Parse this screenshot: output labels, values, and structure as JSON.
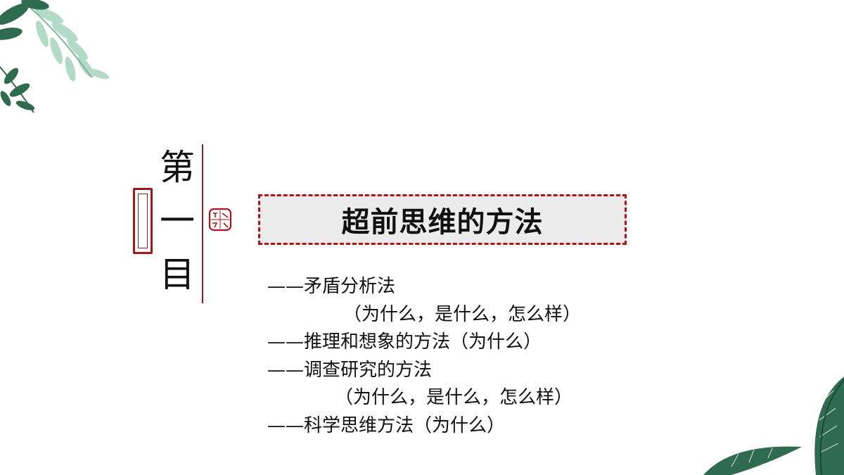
{
  "heading": {
    "chars": [
      "第",
      "一",
      "目"
    ]
  },
  "title": "超前思维的方法",
  "methods": [
    {
      "text": "——矛盾分析法"
    },
    {
      "text": "（为什么，是什么，怎么样）"
    },
    {
      "text": "——推理和想象的方法（为什么）"
    },
    {
      "text": "——调查研究的方法"
    },
    {
      "text": "（为什么，是什么，怎么样）"
    },
    {
      "text": "——科学思维方法（为什么）"
    }
  ],
  "colors": {
    "accent_red": "#b0141a",
    "leaf_green_dark": "#2f6b4f",
    "leaf_green_light": "#9ccfb7",
    "title_bg": "#ececec"
  },
  "icons": {
    "seal": "red-seal-stamp-icon",
    "leaves": "tropical-leaves-decoration"
  }
}
